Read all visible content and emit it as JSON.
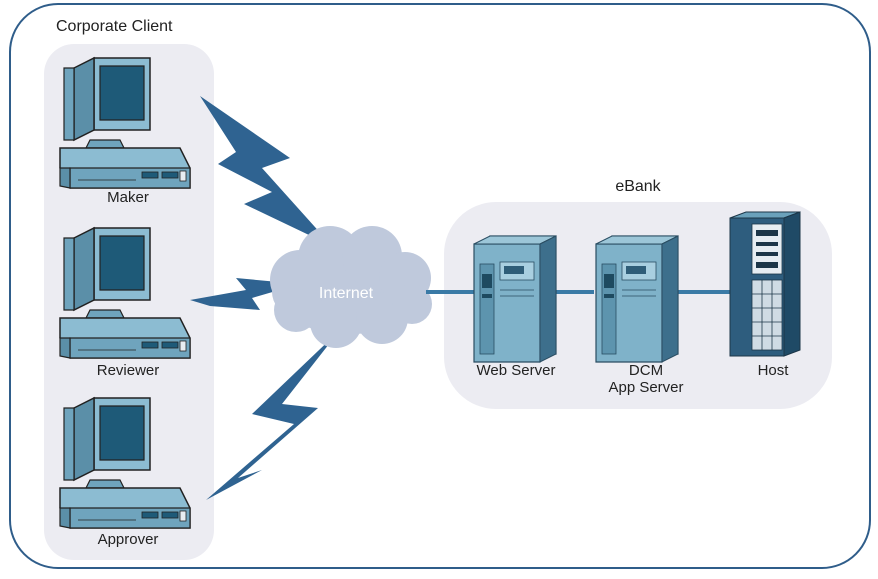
{
  "diagram": {
    "client_group": {
      "title": "Corporate Client",
      "workstations": [
        {
          "label": "Maker"
        },
        {
          "label": "Reviewer"
        },
        {
          "label": "Approver"
        }
      ]
    },
    "network": {
      "label": "Internet"
    },
    "bank_group": {
      "title": "eBank",
      "servers": [
        {
          "label": "Web Server"
        },
        {
          "label_line1": "DCM",
          "label_line2": "App Server"
        },
        {
          "label": "Host"
        }
      ]
    },
    "colors": {
      "border": "#2f5d8a",
      "group_fill": "#ececf2",
      "bolt": "#2f6391",
      "cloud": "#bfc9dc",
      "monitor": "#6fa4bd",
      "screen": "#1e5a78",
      "server": "#6aa1bb",
      "server_dark": "#3d6f8c",
      "connector": "#3a7aa6"
    }
  }
}
